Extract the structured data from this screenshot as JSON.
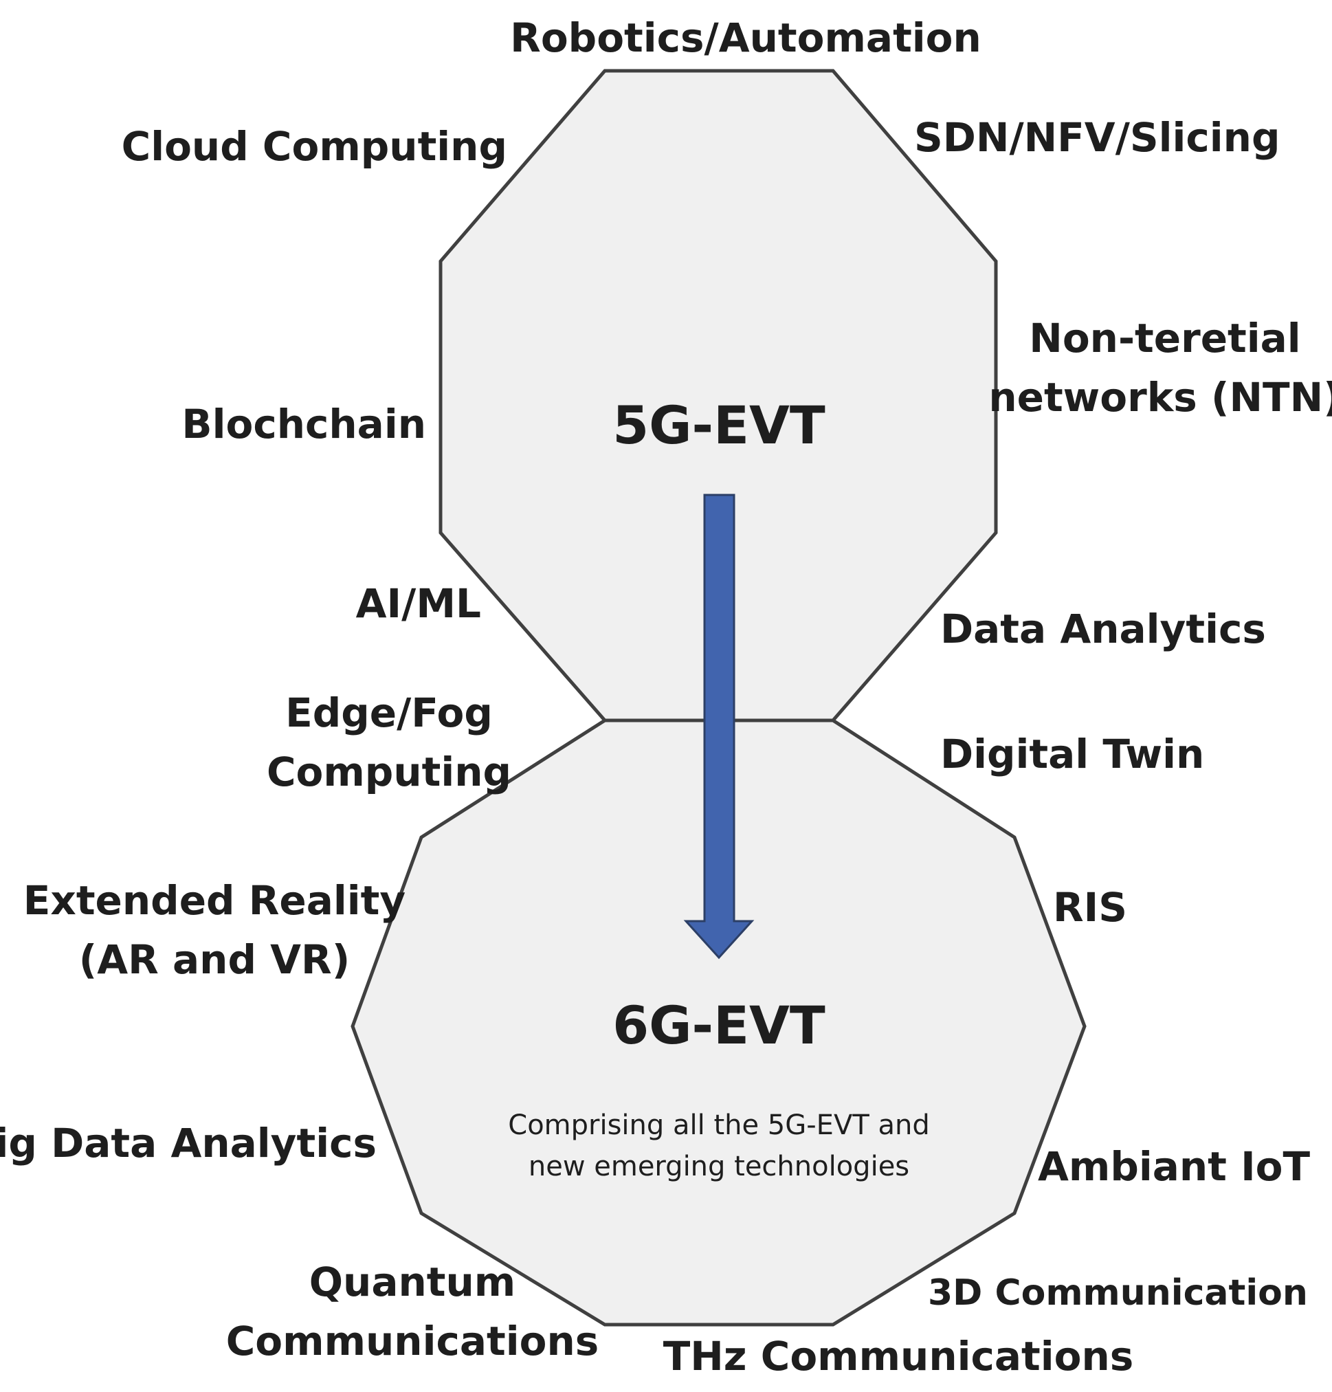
{
  "top": {
    "title": "5G-EVT",
    "labels": [
      "Robotics/Automation",
      "Cloud Computing",
      "SDN/NFV/Slicing",
      "Non-teretial",
      "networks (NTN)",
      "Blochchain",
      "AI/ML",
      "Data Analytics"
    ]
  },
  "bottom": {
    "title": "6G-EVT",
    "caption_line1": "Comprising all the 5G-EVT and",
    "caption_line2": "new emerging technologies",
    "labels": [
      "Edge/Fog",
      "Computing",
      "Digital Twin",
      "Extended Reality",
      "(AR and VR)",
      "RIS",
      "Big Data Analytics",
      "Ambiant IoT",
      "Quantum",
      "Communications",
      "3D Communication",
      "THz Communications"
    ]
  },
  "colors": {
    "shape_fill": "#f0f0f0",
    "shape_stroke": "#404040",
    "arrow_fill": "#4164ae",
    "text": "#1e1e1e"
  }
}
